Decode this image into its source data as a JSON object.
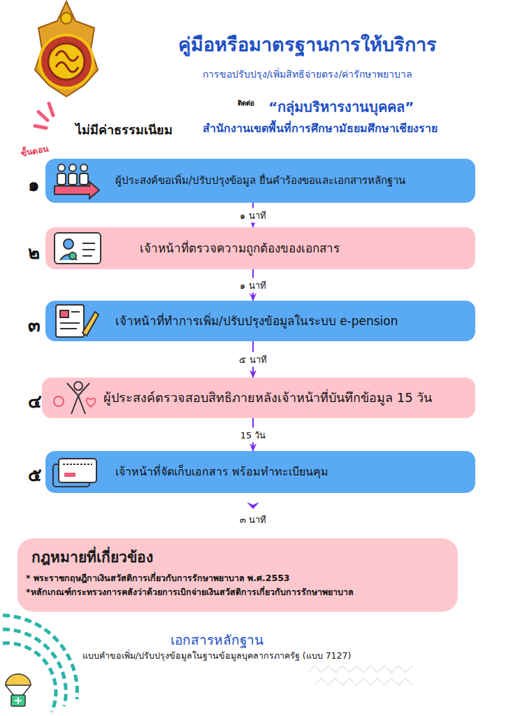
{
  "diagram": {
    "title": "คู่มือหรือมาตรฐานการให้บริการ",
    "nodes": [
      {
        "text": [
          "ผู้ประสงค์ขอเพิ่ม/ปรับปรุงข้อมูล ยื่นคำร้องขอและเอกสารหลักฐาน"
        ]
      },
      {
        "text": [
          "เจ้าหน้าที่ตรวจความถูกต้องของเอกสาร"
        ]
      },
      {
        "text": [
          "เจ้าหน้าที่ทำการเพิ่ม/ปรับปรุงข้อมูลในระบบ e-pension"
        ]
      },
      {
        "text": [
          "ผู้ประสงค์ตรวจสอบสิทธิภายหลังเจ้าหน้าที่บันทึกข้อมูล 15 วัน"
        ]
      },
      {
        "text": [
          "เจ้าหน้าที่จัดเก็บเอกสาร พร้อมทำทะเบียนคุม"
        ]
      },
      {
        "text": [
          "กฎหมายที่เกี่ยวข้อง",
          "* พระราชกฤษฎีกาเงินสวัสดิการเกี่ยวกับการรักษาพยาบาล พ.ศ.2553",
          "*หลักเกณฑ์กระทรวงการคลังว่าด้วยการเบิกจ่ายเงินสวัสดิการเกี่ยวกับการรักษาพยาบาล"
        ]
      }
    ],
    "edges": [
      {
        "from": 0,
        "to": 1,
        "arrow": "to",
        "label": "๑ นาที"
      },
      {
        "from": 1,
        "to": 2,
        "arrow": "to",
        "label": "๑ นาที"
      },
      {
        "from": 2,
        "to": 3,
        "arrow": "to",
        "label": "๕ นาที"
      },
      {
        "from": 3,
        "to": 4,
        "arrow": "to",
        "label": "15 วัน"
      }
    ],
    "labels": [
      "การขอปรับปรุง/เพิ่มสิทธิจ่ายตรง/ค่ารักษาพยาบาล",
      "ติดต่อ",
      "“กลุ่มบริหารงานบุคคล”",
      "สำนักงานเขตพื้นที่การศึกษามัธยมศึกษาเชียงราย",
      "ไม่มีค่าธรรมเนียม",
      "ขั้นตอน",
      "๑",
      "๒",
      "๓",
      "๔",
      "๕",
      "๓ นาที",
      "เอกสารหลักฐาน",
      "แบบคำขอเพิ่ม/ปรับปรุงข้อมูลในฐานข้อมูลบุคลากรภาครัฐ (แบบ 7127)"
    ]
  }
}
